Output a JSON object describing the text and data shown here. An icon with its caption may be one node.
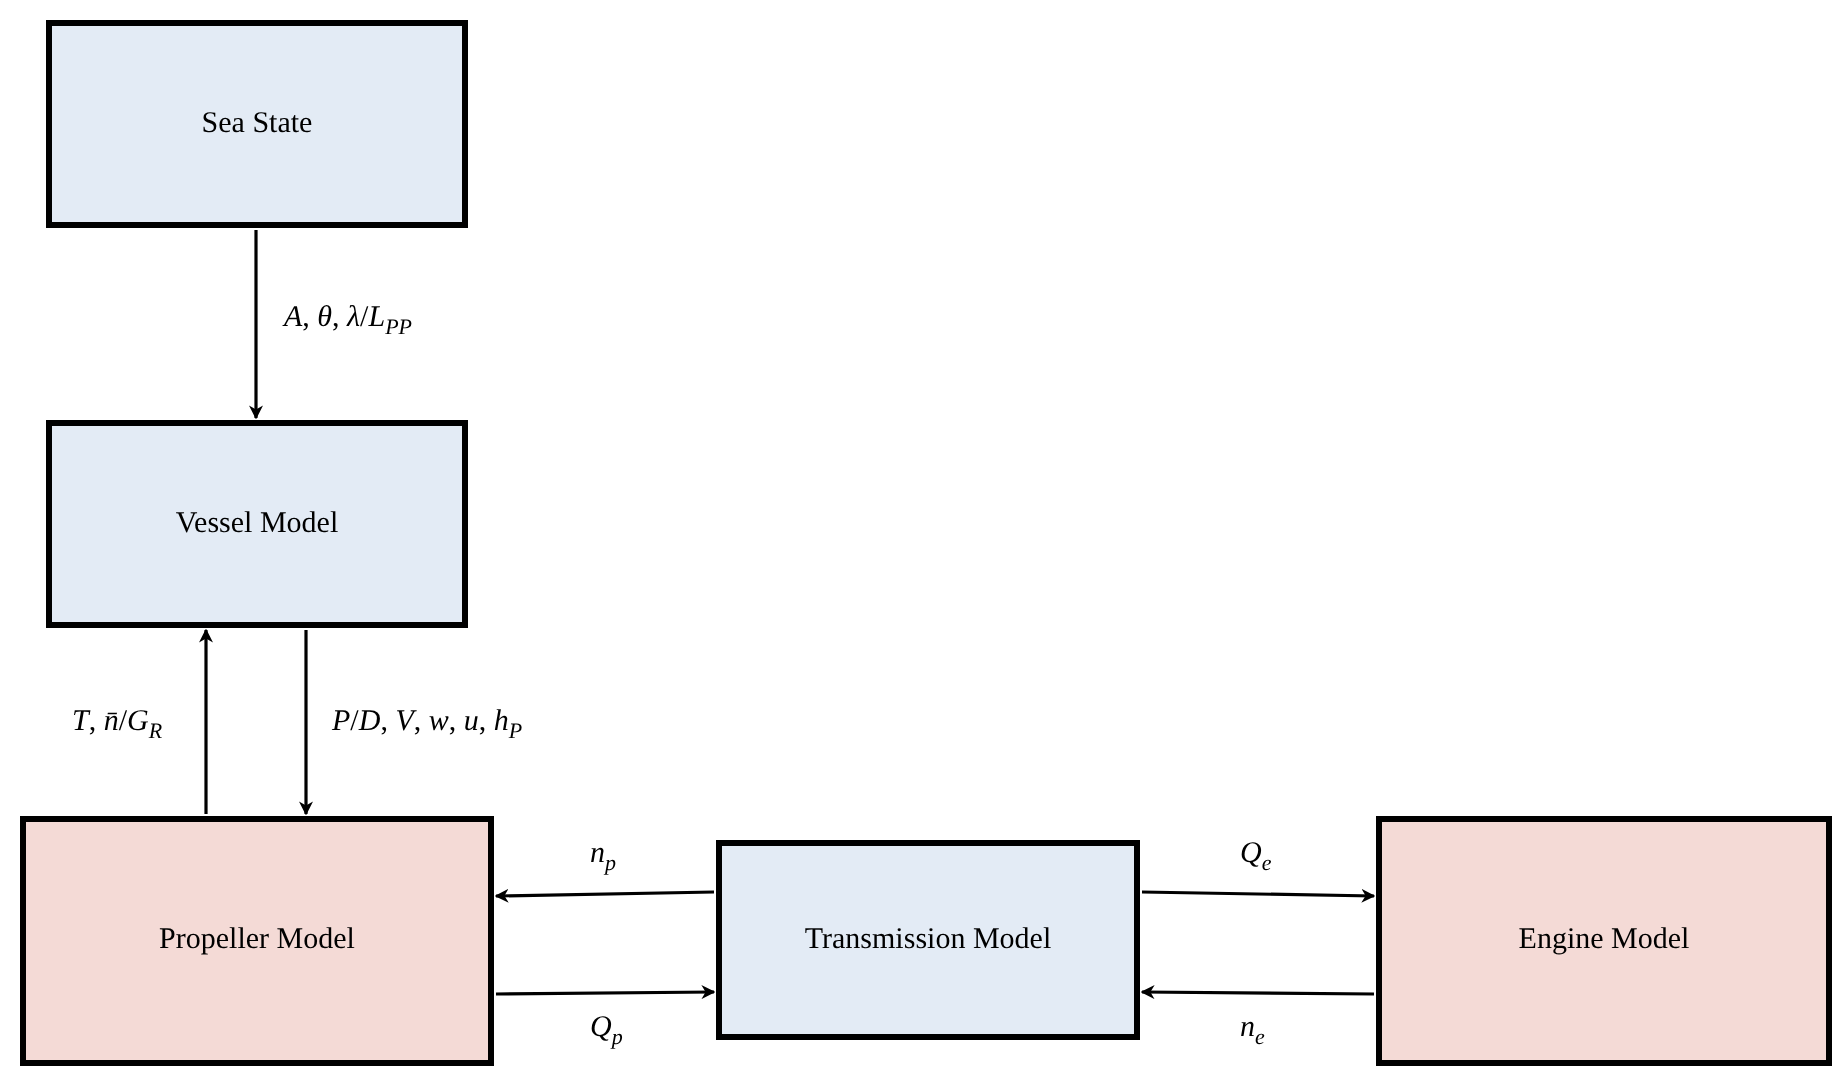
{
  "diagram": {
    "nodes": [
      {
        "text": [
          "Sea State"
        ]
      },
      {
        "text": [
          "Vessel Model"
        ]
      },
      {
        "text": [
          "Propeller Model"
        ]
      },
      {
        "text": [
          "Transmission Model"
        ]
      },
      {
        "text": [
          "Engine Model"
        ]
      }
    ],
    "edges": [
      {
        "from": 0,
        "to": 1,
        "arrow": "to",
        "label": "*A*, *θ*, *λ*/*L*$_{PP}$"
      },
      {
        "from": 2,
        "to": 1,
        "arrow": "to",
        "label": "*T*, *n̄*/*G*$_{R}$"
      },
      {
        "from": 1,
        "to": 2,
        "arrow": "to",
        "label": "*P*/*D*, *V*, *w*, *u*, *h*$_{P}$"
      },
      {
        "from": 3,
        "to": 2,
        "arrow": "to",
        "label": "*n*$_{p}$"
      },
      {
        "from": 2,
        "to": 3,
        "arrow": "to",
        "label": "*Q*$_{p}$"
      },
      {
        "from": 3,
        "to": 4,
        "arrow": "to",
        "label": "*Q*$_{e}$"
      },
      {
        "from": 4,
        "to": 3,
        "arrow": "to",
        "label": "*n*$_{e}$"
      }
    ]
  }
}
